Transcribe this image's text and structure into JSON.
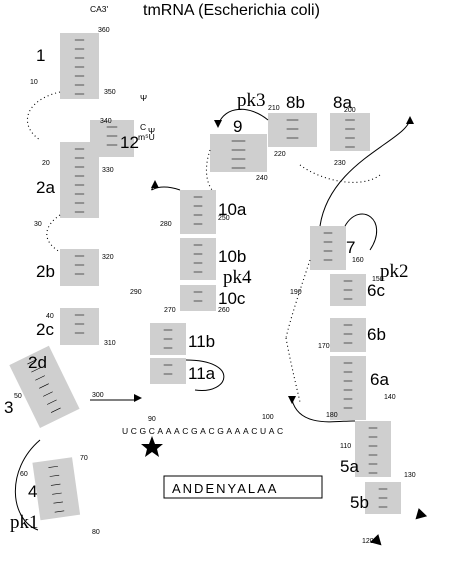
{
  "title": "tmRNA (Escherichia coli)",
  "tag_sequence": "ANDENYALAA",
  "helices": [
    "1",
    "12",
    "2a",
    "2b",
    "2c",
    "2d",
    "3",
    "4",
    "9",
    "8b",
    "8a",
    "10a",
    "10b",
    "10c",
    "11b",
    "11a",
    "7",
    "6c",
    "6b",
    "6a",
    "5a",
    "5b"
  ],
  "pseudoknots": [
    "pk1",
    "pk2",
    "pk3",
    "pk4"
  ],
  "numbers": [
    "10",
    "20",
    "30",
    "40",
    "50",
    "60",
    "70",
    "80",
    "90",
    "100",
    "110",
    "120",
    "130",
    "140",
    "150",
    "160",
    "170",
    "180",
    "190",
    "200",
    "210",
    "220",
    "230",
    "240",
    "250",
    "260",
    "270",
    "280",
    "290",
    "300",
    "310",
    "320",
    "330",
    "340",
    "350",
    "360"
  ],
  "linker_sequence": "UCGCAAACGACGAAACUAC",
  "bases_3prime": "CA3'",
  "loop_12_labels": [
    "Ψ",
    "C",
    "m⁵U",
    "Ψ"
  ],
  "colors": {
    "box": "#cfcfcf",
    "line": "#000000"
  }
}
